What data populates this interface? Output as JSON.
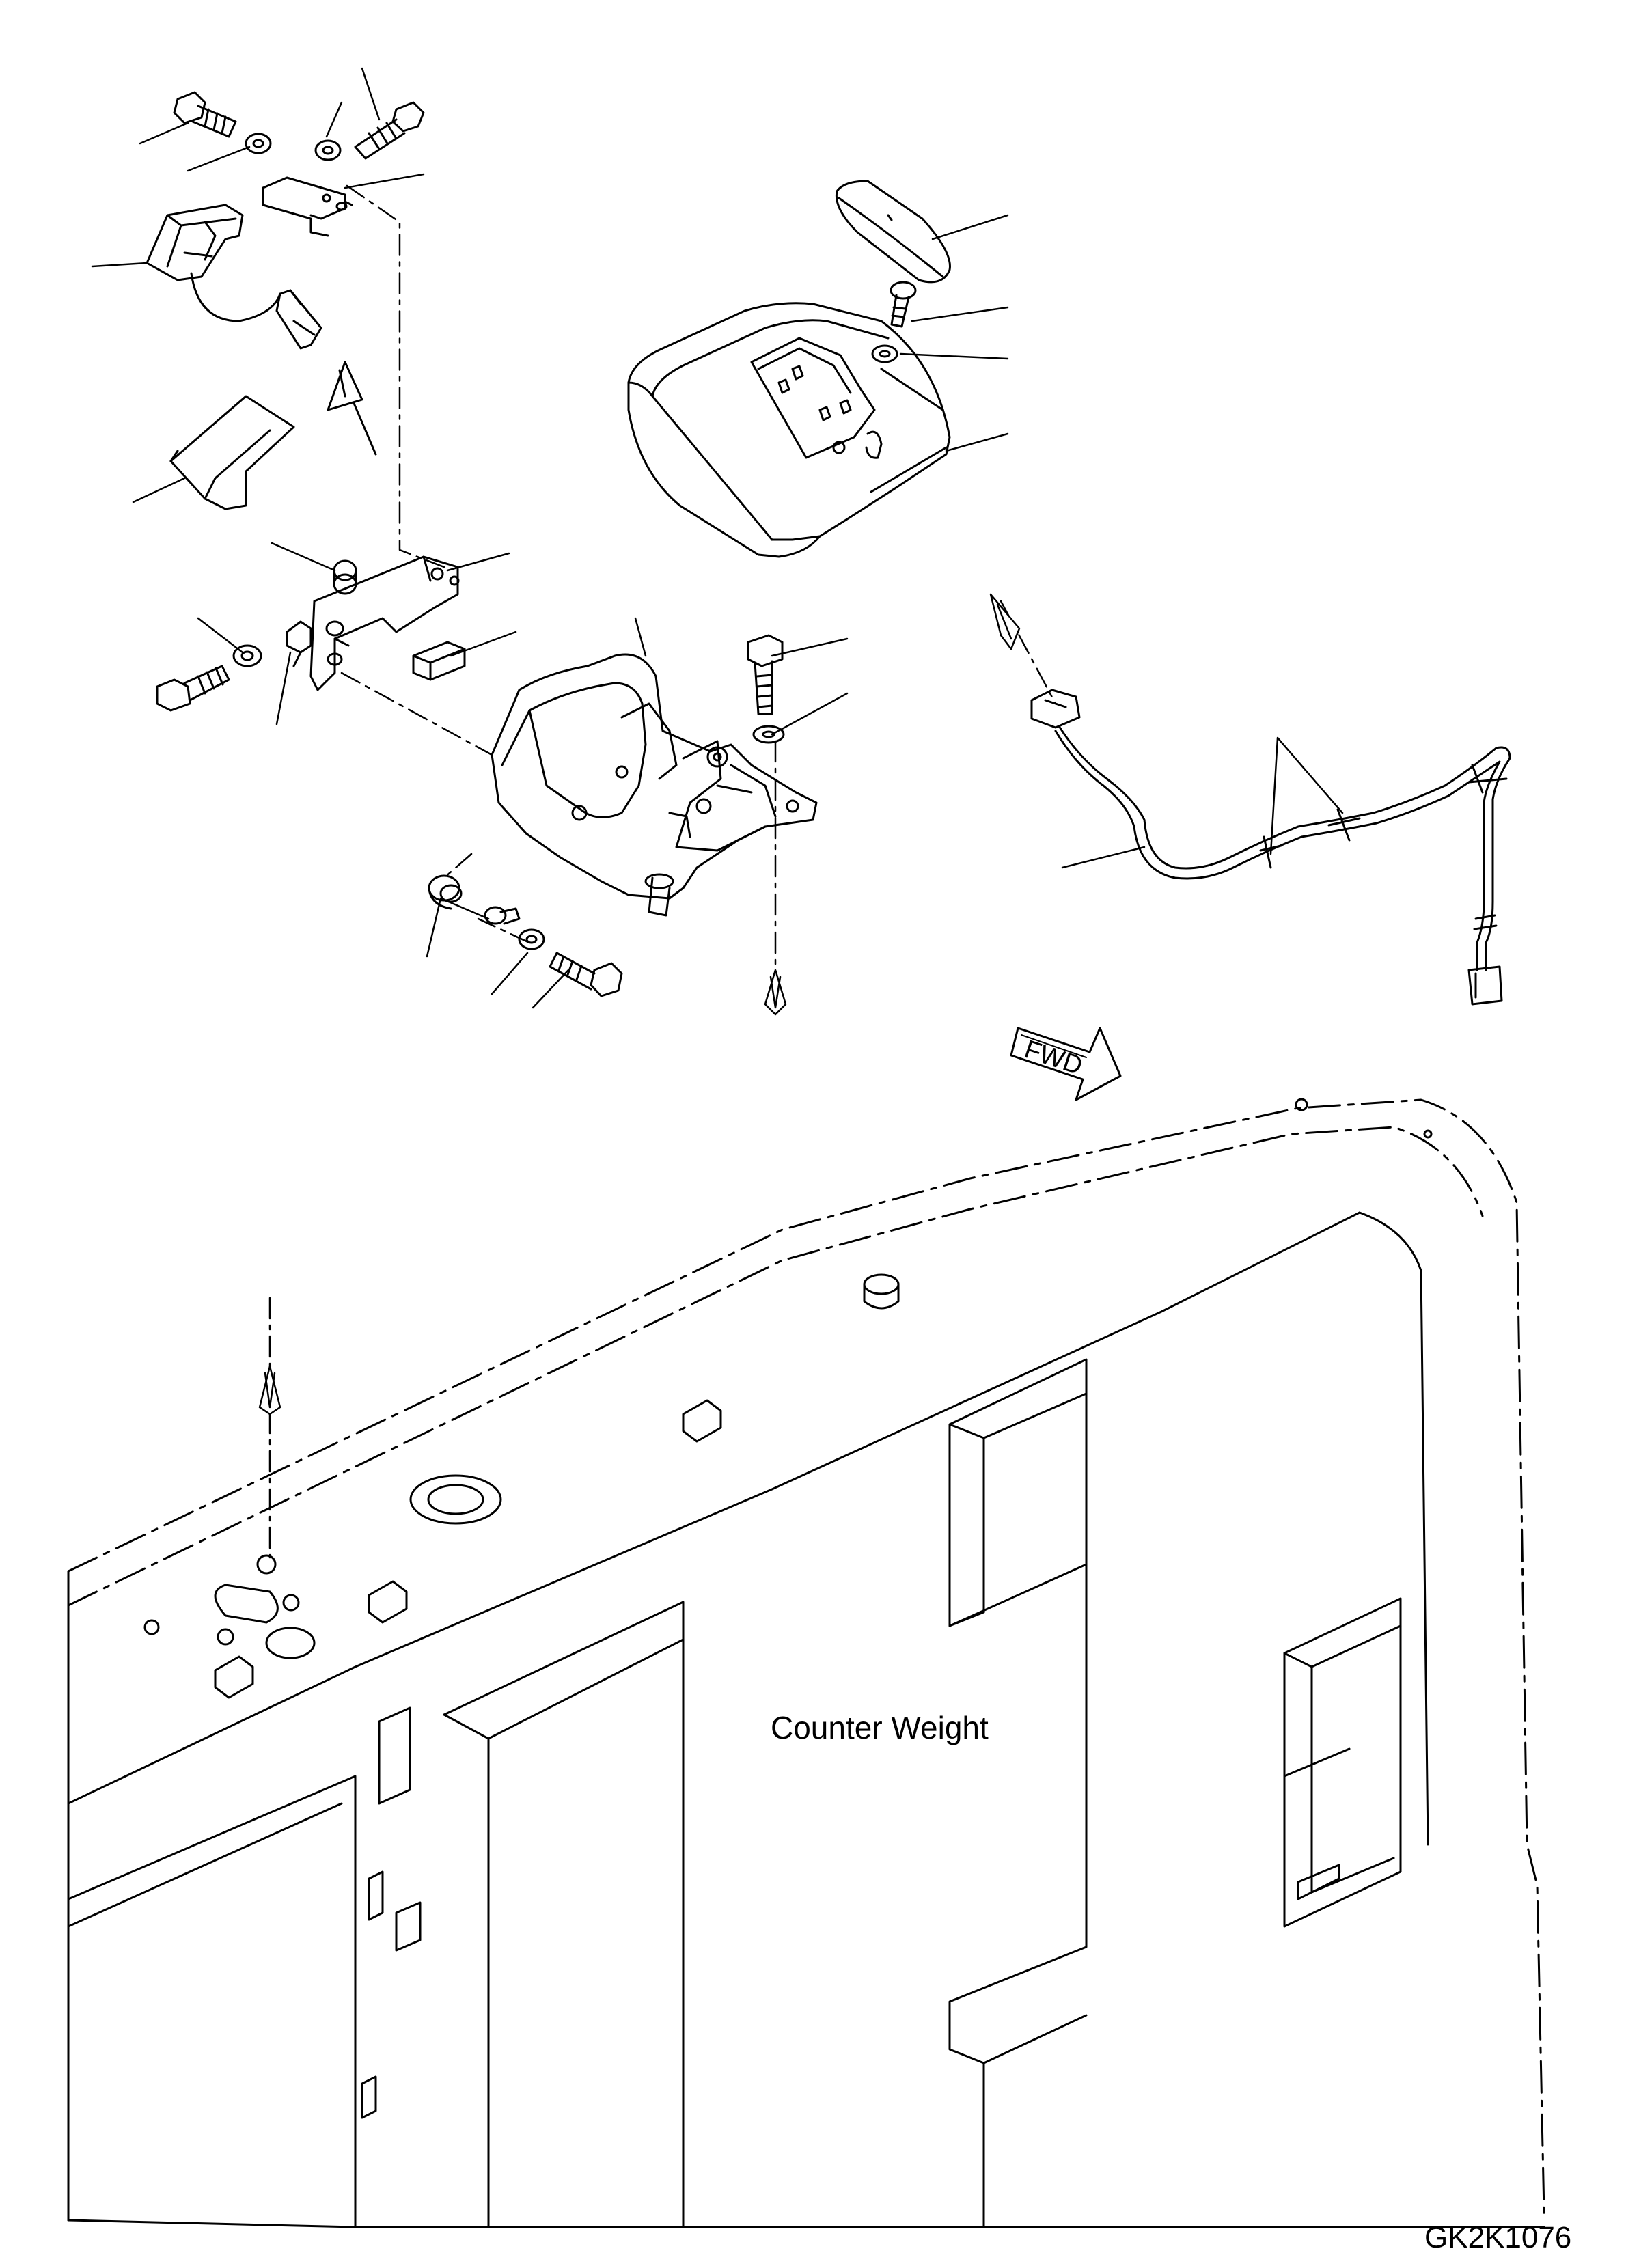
{
  "diagram": {
    "labels": {
      "counter_weight": "Counter Weight",
      "drawing_code": "GK2K1076",
      "fwd_arrow": "FWD"
    }
  }
}
